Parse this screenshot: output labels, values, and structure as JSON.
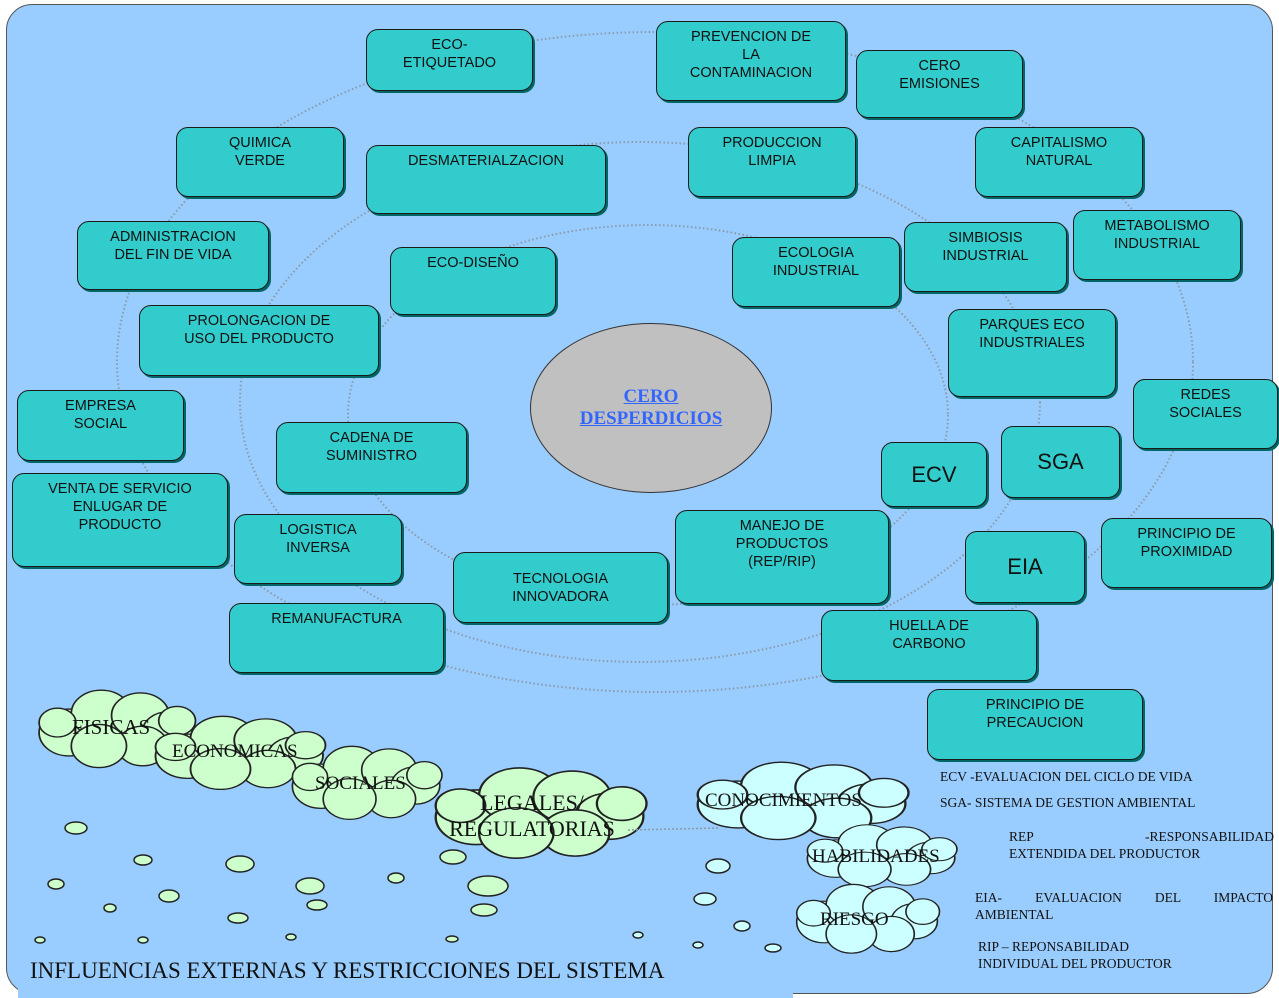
{
  "colors": {
    "background": "#99ccff",
    "box": "#33cccc",
    "center": "#c0c0c0",
    "center_text": "#3366ff",
    "cloud_green": "#ccffcc",
    "cloud_blue": "#ccffff"
  },
  "center": "CERO\nDESPERDICIOS",
  "concepts": {
    "eco_etiquetado": "ECO-\nETIQUETADO",
    "prevencion_contaminacion": "PREVENCION DE\nLA\nCONTAMINACION",
    "cero_emisiones": "CERO\nEMISIONES",
    "quimica_verde": "QUIMICA\nVERDE",
    "desmaterializacion": "DESMATERIALZACION",
    "produccion_limpia": "PRODUCCION\nLIMPIA",
    "capitalismo_natural": "CAPITALISMO\nNATURAL",
    "administracion_fin_vida": "ADMINISTRACION\nDEL FIN DE VIDA",
    "eco_diseno": "ECO-DISEÑO",
    "ecologia_industrial": "ECOLOGIA\nINDUSTRIAL",
    "simbiosis_industrial": "SIMBIOSIS\nINDUSTRIAL",
    "metabolismo_industrial": "METABOLISMO\nINDUSTRIAL",
    "prolongacion_uso": "PROLONGACION DE\nUSO DEL PRODUCTO",
    "parques_eco": "PARQUES ECO\nINDUSTRIALES",
    "empresa_social": "EMPRESA\nSOCIAL",
    "redes_sociales": "REDES\nSOCIALES",
    "cadena_suministro": "CADENA DE\nSUMINISTRO",
    "ecv": "ECV",
    "sga": "SGA",
    "venta_servicio": "VENTA DE SERVICIO\nENLUGAR DE\nPRODUCTO",
    "logistica_inversa": "LOGISTICA\nINVERSA",
    "manejo_productos": "MANEJO DE\nPRODUCTOS\n(REP/RIP)",
    "eia": "EIA",
    "principio_proximidad": "PRINCIPIO DE\nPROXIMIDAD",
    "tecnologia_innovadora": "TECNOLOGIA\nINNOVADORA",
    "remanufactura": "REMANUFACTURA",
    "huella_carbono": "HUELLA DE\nCARBONO",
    "principio_precaucion": "PRINCIPIO DE\nPRECAUCION"
  },
  "clouds": {
    "fisicas": "FISICAS",
    "economicas": "ECONOMICAS",
    "sociales": "SOCIALES",
    "legales": "LEGALES/\nREGULATORIAS",
    "conocimientos": "CONOCIMIENTOS",
    "habilidades": "HABILIDADES",
    "riesgo": "RIESGO"
  },
  "legend": {
    "ecv": "ECV -EVALUACION DEL CICLO DE VIDA",
    "sga": "SGA- SISTEMA DE GESTION AMBIENTAL",
    "rep_line1": "REP -RESPONSABILIDAD",
    "rep_line2": "EXTENDIDA DEL PRODUCTOR",
    "eia_line1": "EIA- EVALUACION DEL IMPACTO",
    "eia_line2": "AMBIENTAL",
    "rip": "RIP – REPONSABILIDAD\nINDIVIDUAL DEL PRODUCTOR"
  },
  "footer": "INFLUENCIAS EXTERNAS Y RESTRICCIONES DEL SISTEMA"
}
